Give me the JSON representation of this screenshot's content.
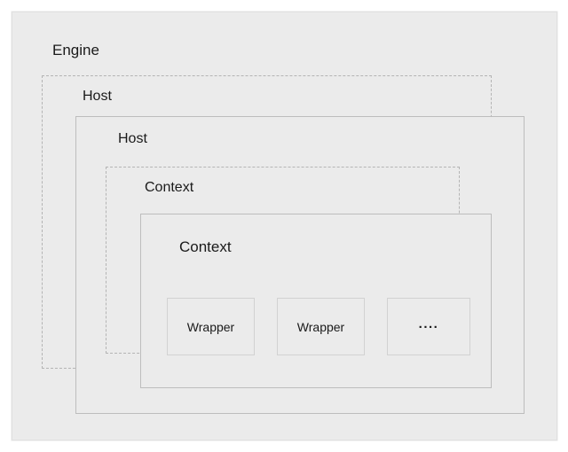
{
  "diagram": {
    "title": "Engine / Host / Context / Wrapper nesting diagram",
    "type": "nested-containers",
    "colors": {
      "page_background": "#ffffff",
      "container_fill": "#ebebeb",
      "solid_border": "#bdbdbd",
      "dashed_border": "#b4b4b4",
      "wrapper_border": "#d2d2d2",
      "text": "#1a1a1a"
    },
    "layers": {
      "engine": {
        "label": "Engine",
        "border_style": "solid"
      },
      "host_dashed": {
        "label": "Host",
        "border_style": "dashed"
      },
      "host_solid": {
        "label": "Host",
        "border_style": "solid"
      },
      "context_dashed": {
        "label": "Context",
        "border_style": "dashed"
      },
      "context_solid": {
        "label": "Context",
        "border_style": "solid"
      }
    },
    "wrappers": [
      {
        "label": "Wrapper"
      },
      {
        "label": "Wrapper"
      },
      {
        "label": "...."
      }
    ]
  }
}
